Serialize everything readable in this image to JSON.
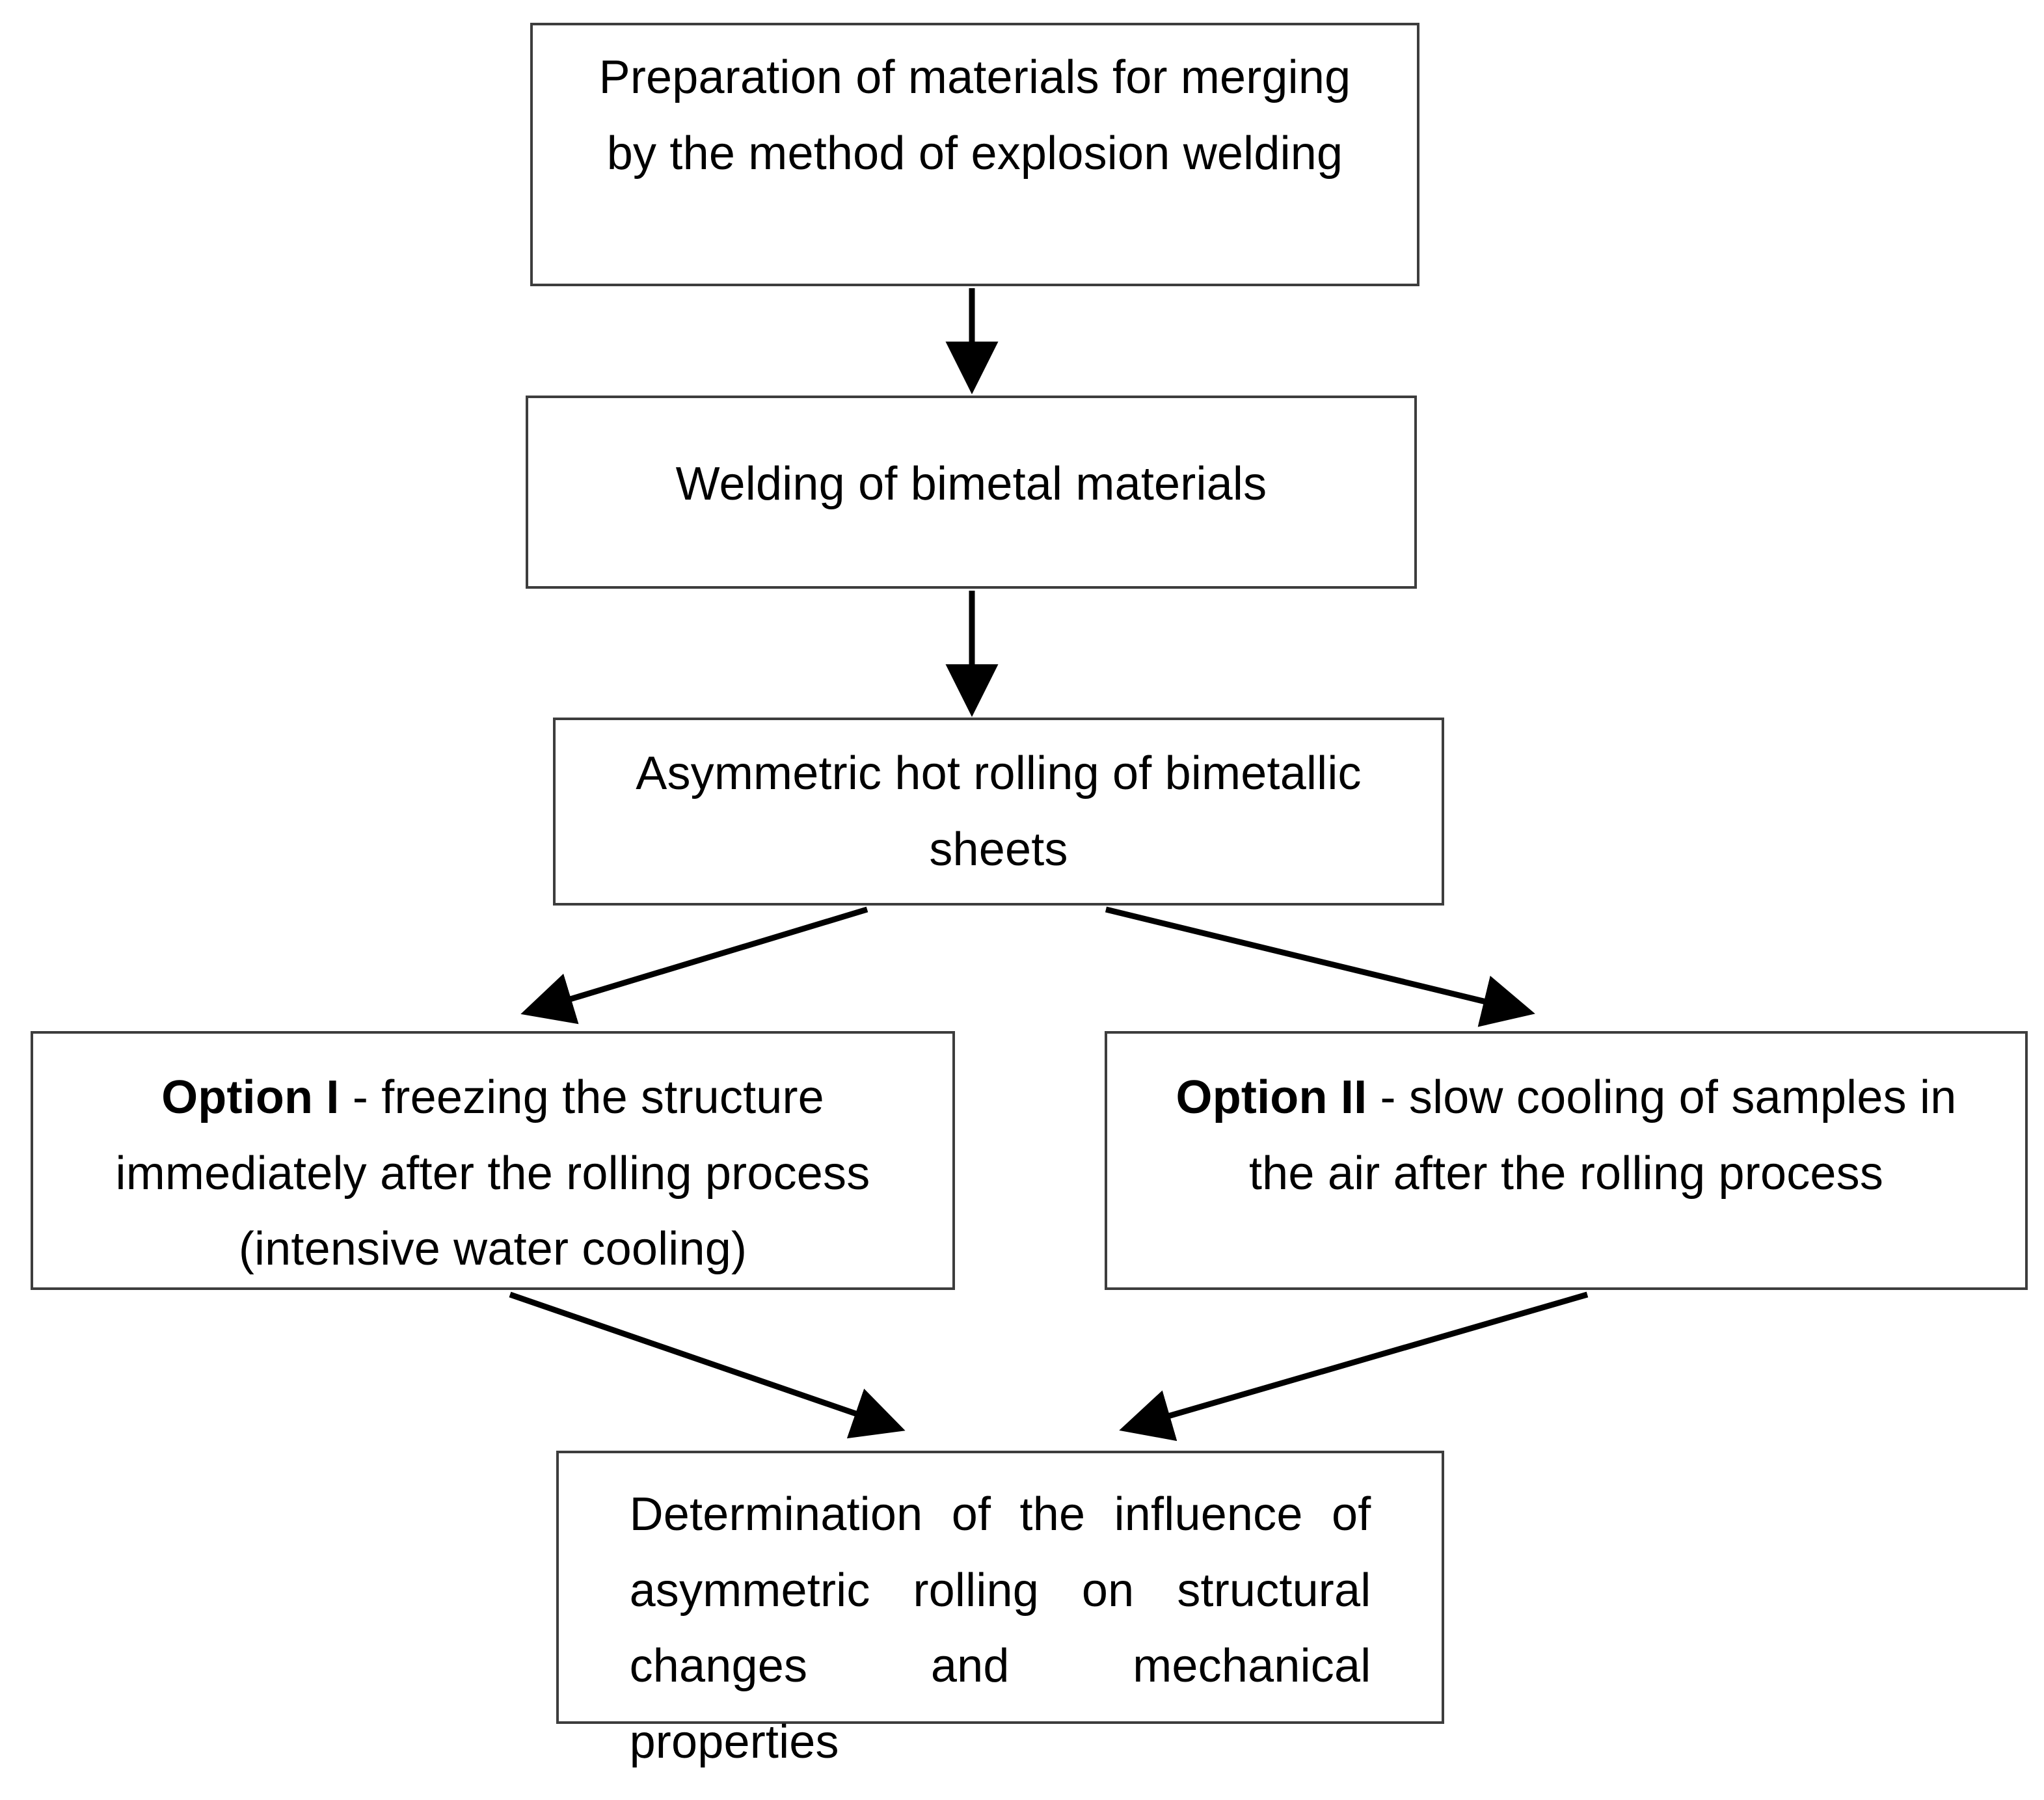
{
  "diagram": {
    "title": "Experimental procedure flowchart for explosion-welded bimetal asymmetric hot rolling",
    "type": "flowchart",
    "orientation": "top-to-bottom",
    "background_color": "#ffffff",
    "box_border_color": "#3d3d3d",
    "text_color": "#000000",
    "arrow_color": "#000000",
    "nodes": [
      {
        "id": "preparation",
        "text": "Preparation of materials for merging by the method of explosion welding",
        "line1": "Preparation of materials for merging",
        "line2": "by the method of explosion welding",
        "align": "center",
        "bold_prefix": ""
      },
      {
        "id": "welding",
        "text": "Welding of bimetal materials",
        "line1": "Welding of bimetal materials",
        "line2": "",
        "align": "center",
        "bold_prefix": ""
      },
      {
        "id": "rolling",
        "text": "Asymmetric hot rolling of bimetallic sheets",
        "line1": "Asymmetric hot rolling of bimetallic",
        "line2": "sheets",
        "align": "center",
        "bold_prefix": ""
      },
      {
        "id": "option-1",
        "bold_prefix": "Option I",
        "text": " - freezing the structure immediately after the rolling process (intensive water cooling)",
        "align": "center"
      },
      {
        "id": "option-2",
        "bold_prefix": "Option II",
        "text": " - slow cooling of samples in the air after the rolling process",
        "align": "center"
      },
      {
        "id": "determination",
        "text": "Determination of the influence of asymmetric rolling on structural changes and mechanical properties",
        "align": "justify",
        "bold_prefix": ""
      }
    ],
    "edges": [
      {
        "id": "edge-preparation-welding",
        "from": "preparation",
        "to": "welding",
        "shape": "vertical"
      },
      {
        "id": "edge-welding-rolling",
        "from": "welding",
        "to": "rolling",
        "shape": "vertical"
      },
      {
        "id": "edge-rolling-option-1",
        "from": "rolling",
        "to": "option-1",
        "shape": "diagonal-left"
      },
      {
        "id": "edge-rolling-option-2",
        "from": "rolling",
        "to": "option-2",
        "shape": "diagonal-right"
      },
      {
        "id": "edge-option-1-determination",
        "from": "option-1",
        "to": "determination",
        "shape": "diagonal-right"
      },
      {
        "id": "edge-option-2-determination",
        "from": "option-2",
        "to": "determination",
        "shape": "diagonal-left"
      }
    ]
  }
}
